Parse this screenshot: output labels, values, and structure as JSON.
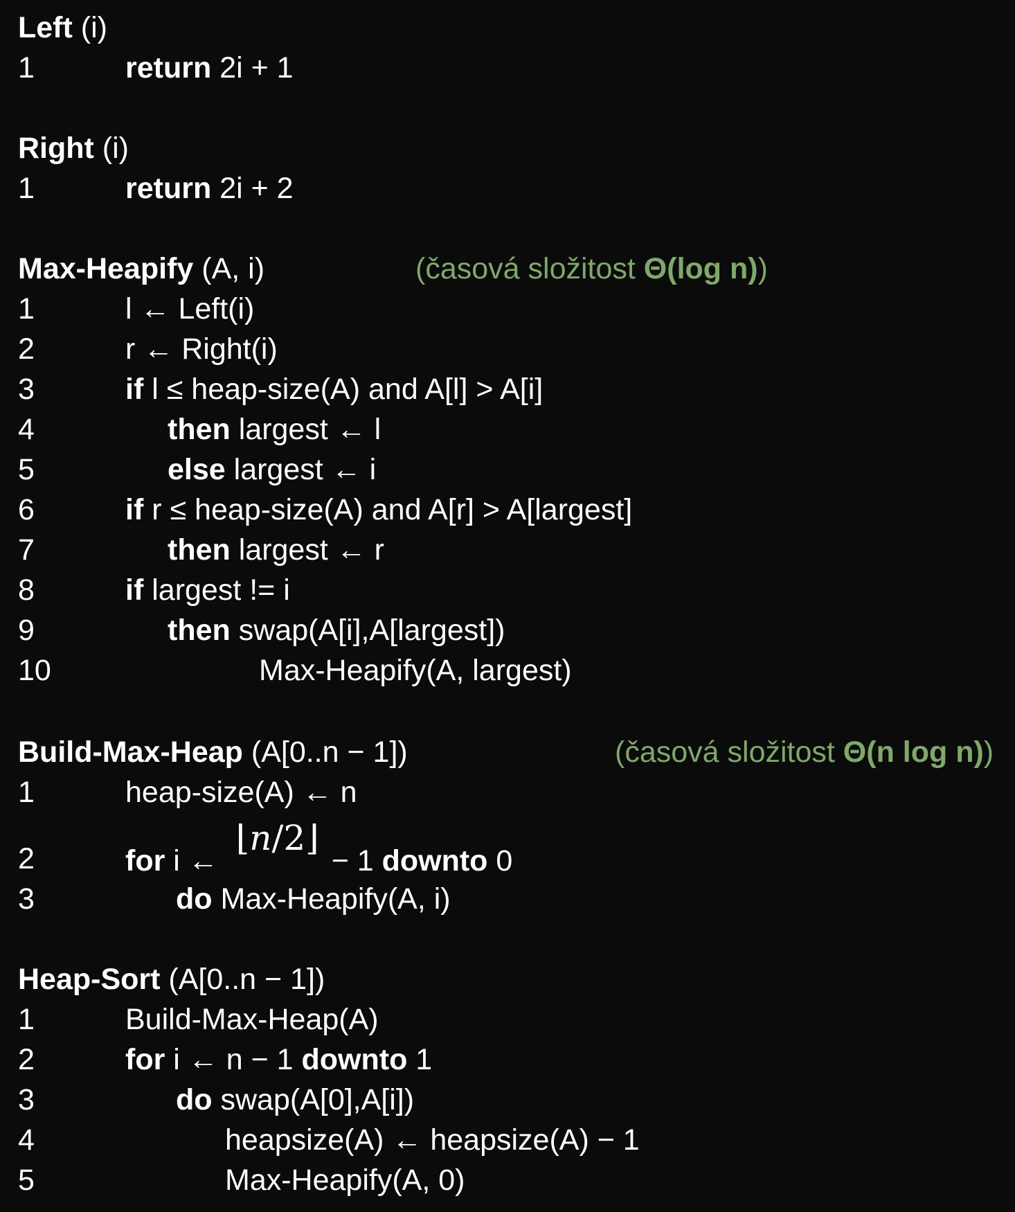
{
  "left": {
    "name": "Left",
    "params": " (i)",
    "lines": [
      {
        "num": "1",
        "kw": "return",
        "text": " 2i + 1"
      }
    ]
  },
  "right": {
    "name": "Right",
    "params": " (i)",
    "lines": [
      {
        "num": "1",
        "kw": "return",
        "text": " 2i + 2"
      }
    ]
  },
  "max_heapify": {
    "name": "Max-Heapify",
    "params": " (A, i)",
    "note_pre": "(časová složitost ",
    "note_bold": "Θ(log n)",
    "note_post": ")",
    "lines": [
      {
        "num": "1",
        "kw": "",
        "text": "l ← Left(i)"
      },
      {
        "num": "2",
        "kw": "",
        "text": "r ← Right(i)"
      },
      {
        "num": "3",
        "kw": "if",
        "text": " l ≤ heap-size(A) and A[l] > A[i]"
      },
      {
        "num": "4",
        "kw": "then",
        "text": " largest ← l"
      },
      {
        "num": "5",
        "kw": "else",
        "text": " largest ← i"
      },
      {
        "num": "6",
        "kw": "if",
        "text": " r ≤ heap-size(A) and A[r] > A[largest]"
      },
      {
        "num": "7",
        "kw": "then",
        "text": " largest ← r"
      },
      {
        "num": "8",
        "kw": "if",
        "text": " largest != i"
      },
      {
        "num": "9",
        "kw": "then",
        "text": " swap(A[i],A[largest])"
      },
      {
        "num": "10",
        "kw": "",
        "text": "Max-Heapify(A, largest)"
      }
    ]
  },
  "build_max_heap": {
    "name": "Build-Max-Heap",
    "params": " (A[0..n − 1])",
    "note_pre": "(časová složitost ",
    "note_bold": "Θ(n log n)",
    "note_post": ")",
    "line1": {
      "num": "1",
      "text": "heap-size(A) ← n"
    },
    "line2": {
      "num": "2",
      "kw1": "for",
      "pre": " i ←",
      "floor_l": "⌊",
      "floor_n": "n",
      "floor_rest": "/2",
      "floor_r": "⌋",
      "mid": "− 1 ",
      "kw2": "downto",
      "post": " 0"
    },
    "line3": {
      "num": "3",
      "kw": "do",
      "text": " Max-Heapify(A, i)"
    }
  },
  "heap_sort": {
    "name": "Heap-Sort",
    "params": " (A[0..n − 1])",
    "line1": {
      "num": "1",
      "text": "Build-Max-Heap(A)"
    },
    "line2": {
      "num": "2",
      "kw1": "for",
      "pre": " i ← n − 1 ",
      "kw2": "downto",
      "post": " 1"
    },
    "line3": {
      "num": "3",
      "kw": "do",
      "text": " swap(A[0],A[i])"
    },
    "line4": {
      "num": "4",
      "text": "heapsize(A) ← heapsize(A) − 1"
    },
    "line5": {
      "num": "5",
      "text": "Max-Heapify(A, 0)"
    }
  }
}
